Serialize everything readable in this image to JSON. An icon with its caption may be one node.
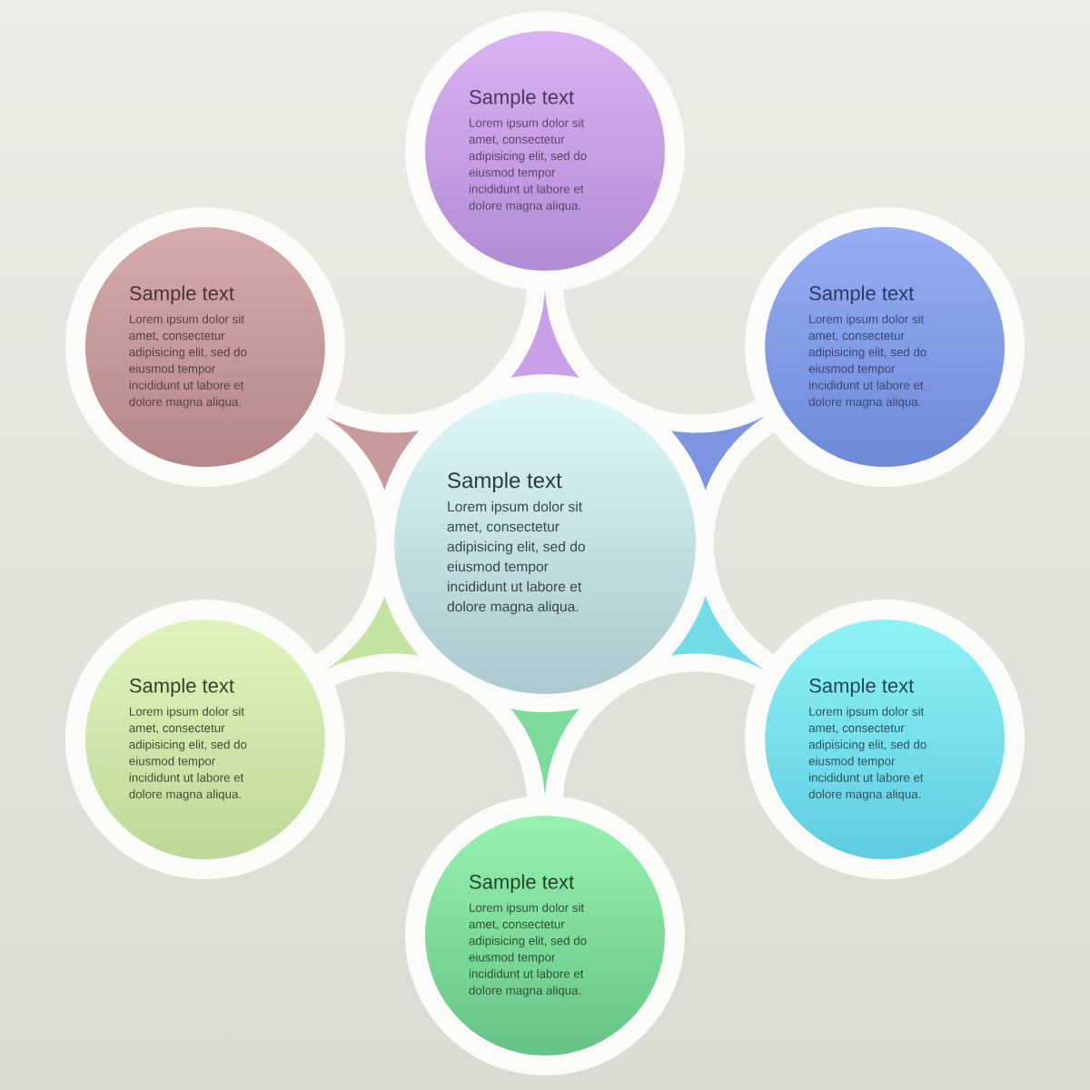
{
  "diagram": {
    "nodes": [
      {
        "text": [
          "Sample text",
          "Lorem ipsum dolor sit amet, consectetur adipisicing elit, sed do eiusmod tempor incididunt ut labore et dolore magna aliqua."
        ]
      },
      {
        "text": [
          "Sample text",
          "Lorem ipsum dolor sit amet, consectetur adipisicing elit, sed do eiusmod tempor incididunt ut labore et dolore magna aliqua."
        ]
      },
      {
        "text": [
          "Sample text",
          "Lorem ipsum dolor sit amet, consectetur adipisicing elit, sed do eiusmod tempor incididunt ut labore et dolore magna aliqua."
        ]
      },
      {
        "text": [
          "Sample text",
          "Lorem ipsum dolor sit amet, consectetur adipisicing elit, sed do eiusmod tempor incididunt ut labore et dolore magna aliqua."
        ]
      },
      {
        "text": [
          "Sample text",
          "Lorem ipsum dolor sit amet, consectetur adipisicing elit, sed do eiusmod tempor incididunt ut labore et dolore magna aliqua."
        ]
      },
      {
        "text": [
          "Sample text",
          "Lorem ipsum dolor sit amet, consectetur adipisicing elit, sed do eiusmod tempor incididunt ut labore et dolore magna aliqua."
        ]
      },
      {
        "text": [
          "Sample text",
          "Lorem ipsum dolor sit amet, consectetur adipisicing elit, sed do eiusmod tempor incididunt ut labore et dolore magna aliqua."
        ]
      }
    ],
    "edges": [
      {
        "from": 3,
        "to": 0,
        "arrow": "none",
        "color": "#c8a0e8"
      },
      {
        "from": 3,
        "to": 1,
        "arrow": "none",
        "color": "#c89a9c"
      },
      {
        "from": 3,
        "to": 2,
        "arrow": "none",
        "color": "#7c94e2"
      },
      {
        "from": 3,
        "to": 4,
        "arrow": "none",
        "color": "#c4e2a0"
      },
      {
        "from": 3,
        "to": 5,
        "arrow": "none",
        "color": "#70dce8"
      },
      {
        "from": 3,
        "to": 6,
        "arrow": "none",
        "color": "#7cda9c"
      }
    ]
  }
}
